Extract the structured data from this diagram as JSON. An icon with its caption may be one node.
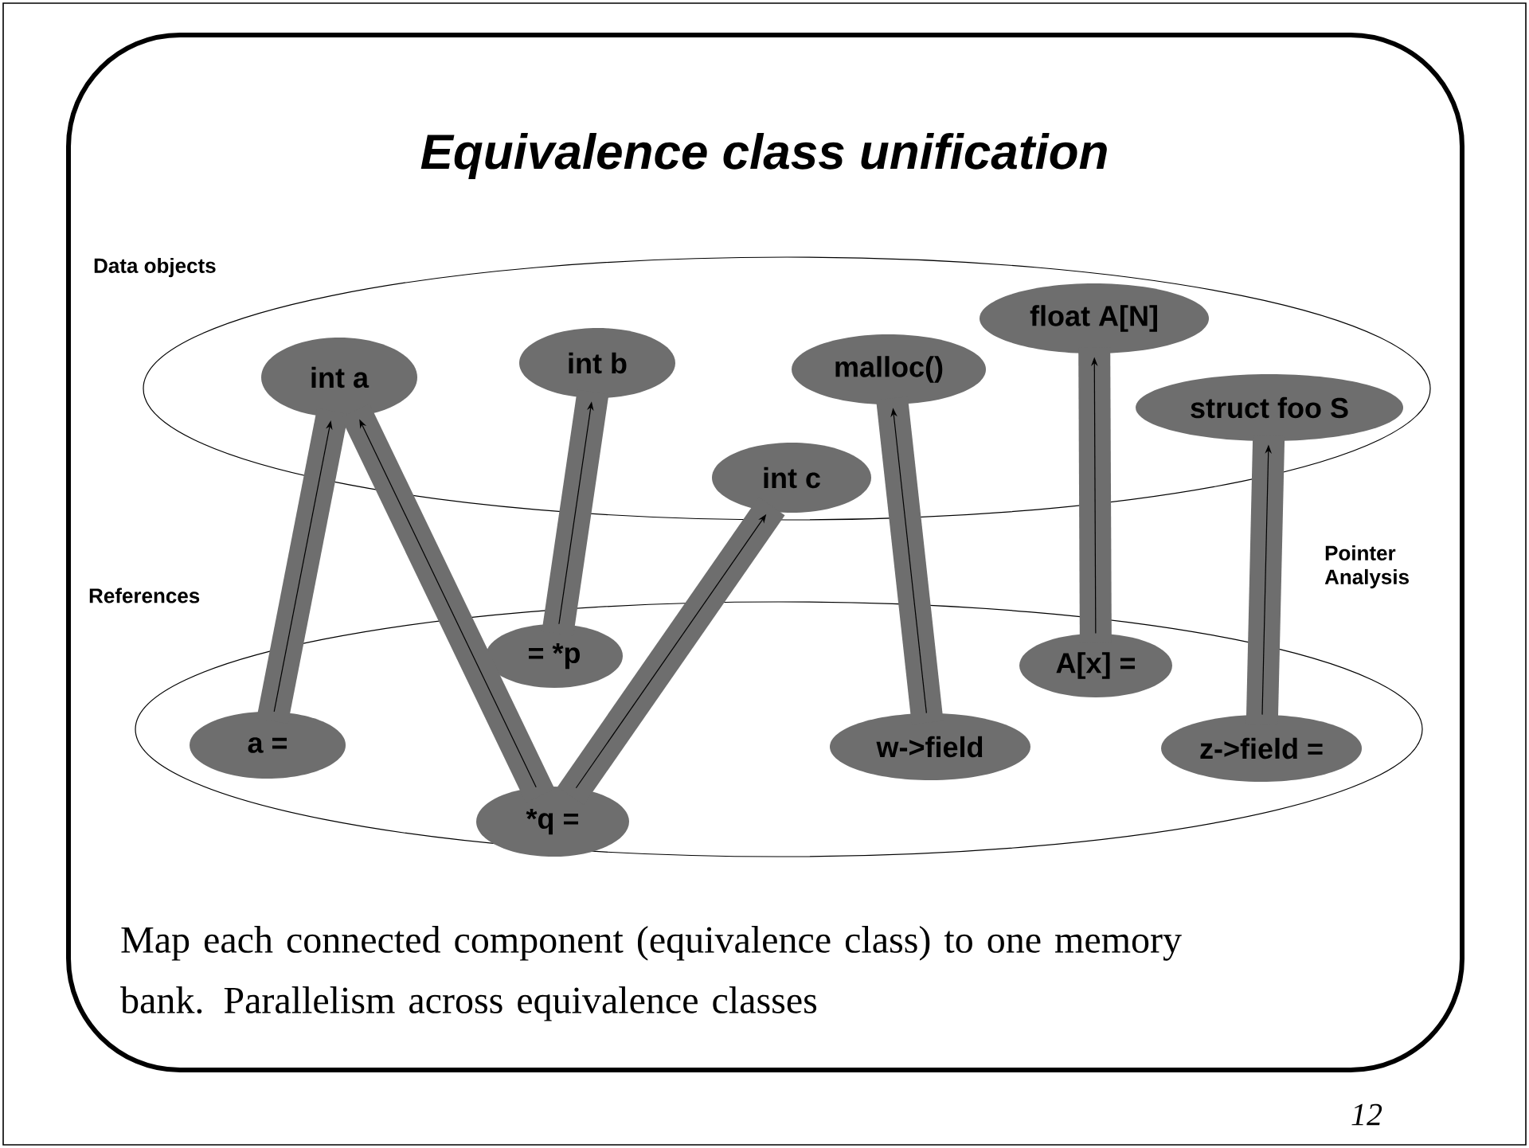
{
  "diagram": {
    "title": "Equivalence class unification",
    "nodes": [
      {
        "text": [
          "Data objects"
        ]
      },
      {
        "text": [
          "int a"
        ],
        "in": 0
      },
      {
        "text": [
          "int b"
        ],
        "in": 0
      },
      {
        "text": [
          "malloc()"
        ],
        "in": 0
      },
      {
        "text": [
          "float A[N]"
        ],
        "in": 0
      },
      {
        "text": [
          "struct foo S"
        ],
        "in": 0
      },
      {
        "text": [
          "int c"
        ],
        "in": 0
      },
      {
        "text": [
          "References"
        ]
      },
      {
        "text": [
          "a ="
        ],
        "in": 7
      },
      {
        "text": [
          "= *p"
        ],
        "in": 7
      },
      {
        "text": [
          "*q ="
        ],
        "in": 7
      },
      {
        "text": [
          "w->field"
        ],
        "in": 7
      },
      {
        "text": [
          "A[x] ="
        ],
        "in": 7
      },
      {
        "text": [
          "z->field ="
        ],
        "in": 7
      }
    ],
    "edges": [
      {
        "from": 8,
        "to": 1,
        "arrow": "to"
      },
      {
        "from": 10,
        "to": 1,
        "arrow": "to"
      },
      {
        "from": 9,
        "to": 2,
        "arrow": "to"
      },
      {
        "from": 10,
        "to": 6,
        "arrow": "to"
      },
      {
        "from": 11,
        "to": 3,
        "arrow": "to"
      },
      {
        "from": 12,
        "to": 4,
        "arrow": "to"
      },
      {
        "from": 13,
        "to": 5,
        "arrow": "to"
      }
    ],
    "labels": [
      "Pointer Analysis",
      "12"
    ],
    "caption": "Map each connected component (equivalence class) to one memory  bank.  Parallelism across equivalence classes"
  }
}
